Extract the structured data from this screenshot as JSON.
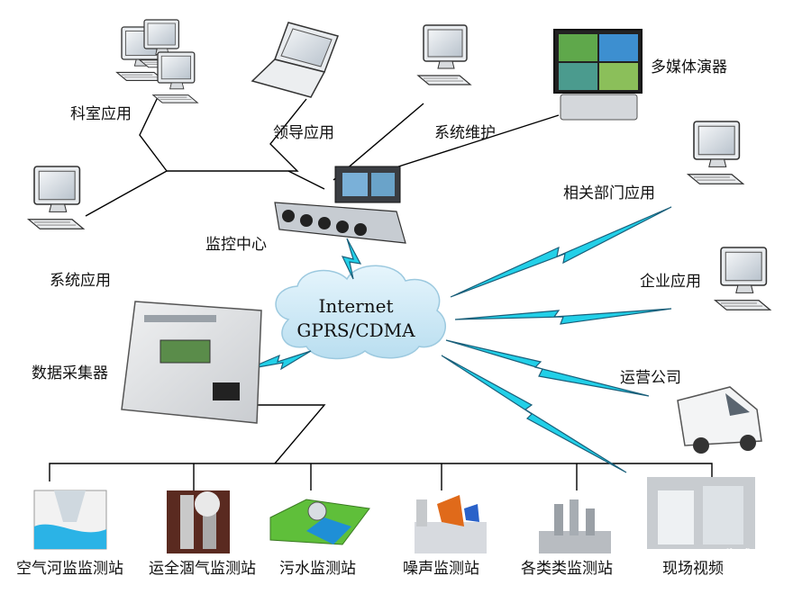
{
  "cloud": {
    "line1": "Internet",
    "line2": "GPRS/CDMA"
  },
  "nodes": {
    "keshi": "科室应用",
    "lingdao": "领导应用",
    "weihu": "系统维护",
    "duomeiti": "多媒体演器",
    "xitong": "系统应用",
    "jiankong": "监控中心",
    "xiangguan": "相关部门应用",
    "qiye": "企业应用",
    "caiji": "数据采集器",
    "yunying": "运营公司"
  },
  "stations": [
    "空气河监监测站",
    "运全涸气监测站",
    "污水监测站",
    "噪声监测站",
    "各类类监测站",
    "现场视频"
  ],
  "watermark": "...生成",
  "colors": {
    "bolt": "#22d0e8",
    "bolt_stroke": "#1a5f7a",
    "cloud": "#cfeaf6",
    "line": "#000000"
  }
}
